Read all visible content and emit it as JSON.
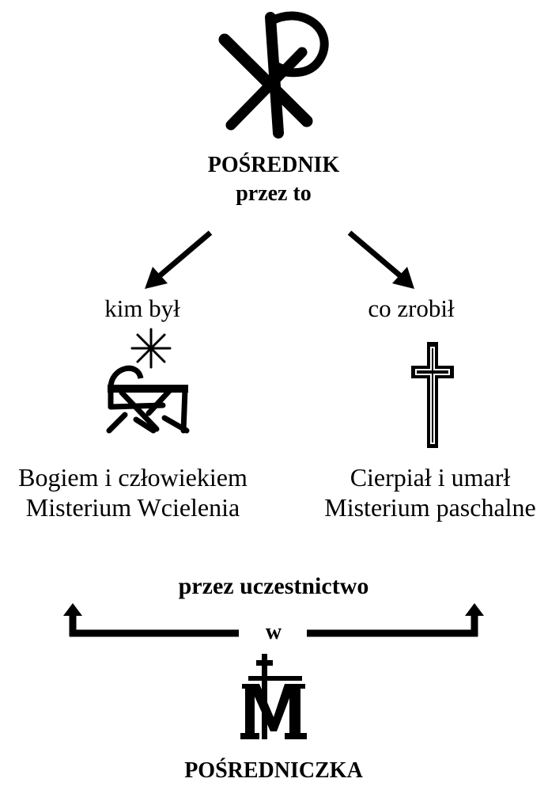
{
  "top": {
    "symbol_icon": "chi-rho-icon",
    "title": "POŚREDNIK",
    "subtitle": "przez to"
  },
  "left_branch": {
    "label": "kim był",
    "icon": "manger-star-icon",
    "line1": "Bogiem i człowiekiem",
    "line2": "Misterium Wcielenia"
  },
  "right_branch": {
    "label": "co zrobił",
    "icon": "cross-icon",
    "line1": "Cierpiał i umarł",
    "line2": "Misterium paschalne"
  },
  "bottom": {
    "connector_title": "przez uczestnictwo",
    "connector_word": "w",
    "symbol_icon": "marian-monogram-icon",
    "title": "POŚREDNICZKA"
  }
}
